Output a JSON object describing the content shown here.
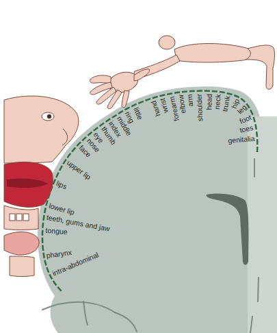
{
  "diagram": {
    "labels": [
      "genitalia",
      "toes",
      "foot",
      "leg",
      "hip",
      "trunk",
      "neck",
      "head",
      "shoulder",
      "arm",
      "elbow",
      "forearm",
      "wrist",
      "hand",
      "little",
      "ring",
      "middle",
      "index",
      "thumb",
      "eye",
      "nose",
      "face",
      "upper lip",
      "lips",
      "lower lip",
      "teeth, gums and jaw",
      "tongue",
      "pharynx",
      "intra-abdominal"
    ]
  }
}
